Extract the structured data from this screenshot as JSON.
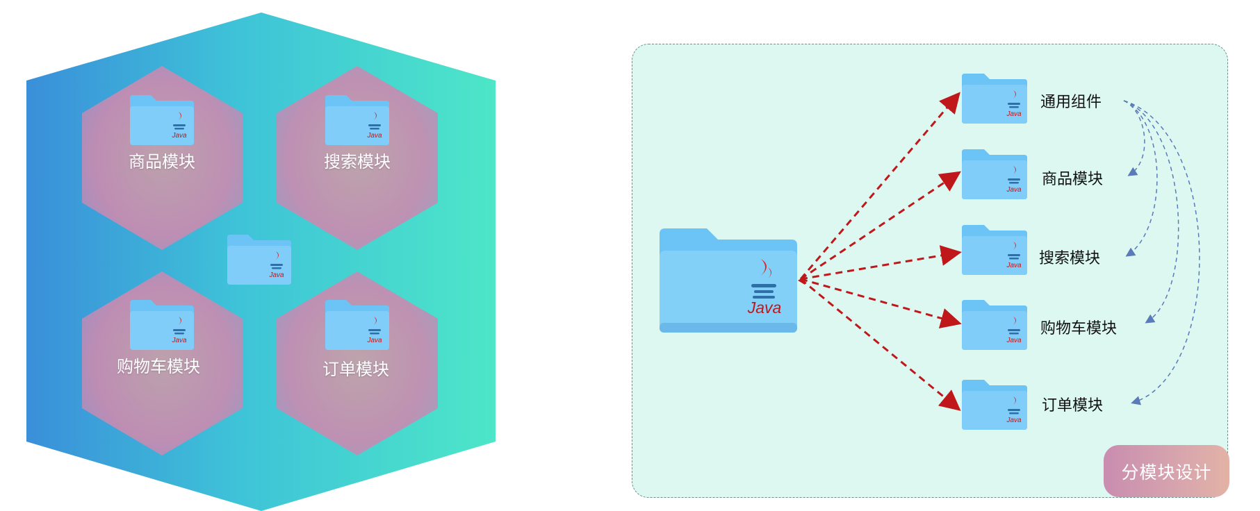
{
  "left": {
    "modules": [
      {
        "label": "商品模块"
      },
      {
        "label": "搜索模块"
      },
      {
        "label": "购物车模块"
      },
      {
        "label": "订单模块"
      }
    ],
    "center_folder_text": "Java"
  },
  "right": {
    "root_folder_text": "Java",
    "modules": [
      {
        "label": "通用组件"
      },
      {
        "label": "商品模块"
      },
      {
        "label": "搜索模块"
      },
      {
        "label": "购物车模块"
      },
      {
        "label": "订单模块"
      }
    ],
    "folder_text": "Java"
  },
  "badge": {
    "label": "分模块设计"
  },
  "colors": {
    "hex_left": "#3a8fd9",
    "hex_right": "#4de6c8",
    "inner_hex": "#c98bb0",
    "panel_bg": "#dcf8f1",
    "arrow_red": "#c0171a",
    "arrow_blue": "#5a7ab8",
    "folder": "#6cc3f5"
  }
}
